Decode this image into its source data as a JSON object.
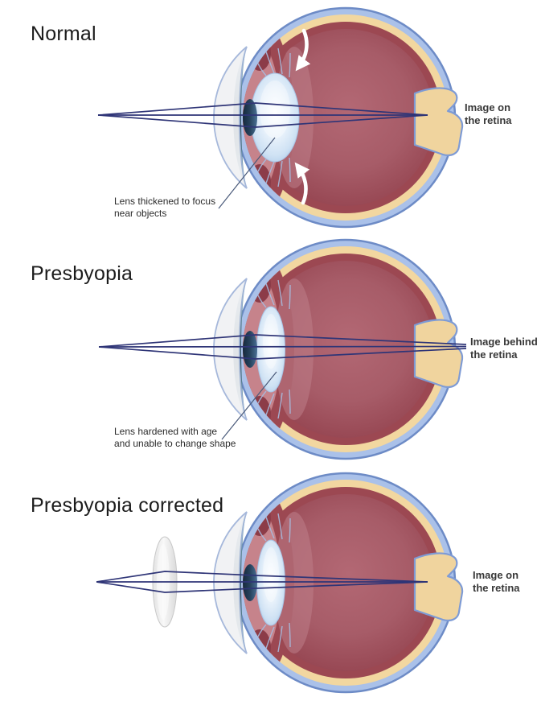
{
  "figure": {
    "panels": [
      {
        "title": "Normal",
        "lens_caption": "Lens thickened to focus\nnear objects",
        "result_caption": "Image on\nthe retina",
        "lens_state": "thickened",
        "focus": "on retina",
        "accommodation_arrows": true,
        "corrective_lens": false
      },
      {
        "title": "Presbyopia",
        "lens_caption": "Lens hardened with age\nand unable to change shape",
        "result_caption": "Image behind\nthe retina",
        "lens_state": "hardened",
        "focus": "behind retina",
        "accommodation_arrows": false,
        "corrective_lens": false
      },
      {
        "title": "Presbyopia corrected",
        "lens_caption": "",
        "result_caption": "Image on\nthe retina",
        "lens_state": "hardened",
        "focus": "on retina",
        "accommodation_arrows": false,
        "corrective_lens": true
      }
    ],
    "colors": {
      "background": "#ffffff",
      "sclera": "#aac1e9",
      "sclera_outline": "#6d8bc6",
      "choroid": "#f2d7a0",
      "retina_ring": "#9c4852",
      "vitreous": "#a75c68",
      "ciliary_body": "#c6838b",
      "ciliary_muscle": "#8c3c48",
      "lens": "#dceaf8",
      "iris": "#2e525f",
      "pupil": "#27425c",
      "cornea": "#f0f1f4",
      "optic_nerve": "#f0d49e",
      "light_ray": "#2f3577",
      "arrow": "#ffffff",
      "text": "#1c1c1c"
    }
  }
}
